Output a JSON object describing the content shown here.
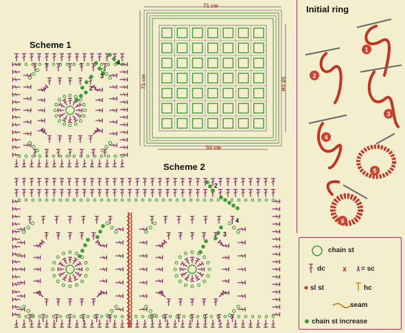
{
  "scheme1": {
    "title": "Scheme 1"
  },
  "scheme2": {
    "title": "Scheme 2"
  },
  "ring": {
    "title": "Initial ring",
    "steps": [
      "1",
      "2",
      "3",
      "4",
      "5",
      "6"
    ]
  },
  "blanket": {
    "top": "71 см",
    "bottom": "59 см",
    "left": "71 см",
    "right": "59 см"
  },
  "row_labels": {
    "s1": [
      "4",
      "3",
      "2"
    ],
    "s2a": [
      "2"
    ],
    "s2b": [
      "4",
      "3"
    ]
  },
  "legend": {
    "chain": "chain st",
    "dc": "dc",
    "sc": "= sc",
    "slst": "sl st",
    "hc": "hc",
    "seam": "seam",
    "increase": "chain st increase"
  },
  "colors": {
    "purple": "#8e2f6b",
    "green": "#3f9a3a",
    "red": "#c6321f",
    "border": "#9b3b5a"
  }
}
